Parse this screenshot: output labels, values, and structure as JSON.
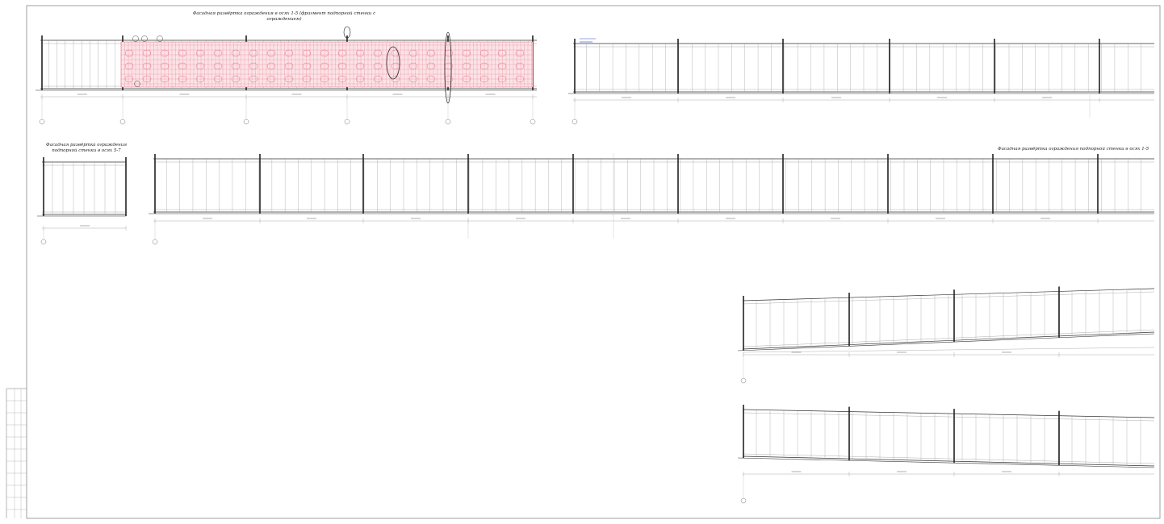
{
  "drawing": {
    "title_top": "Фасадная развёртка ограждения в осях 1-5 (фрагмент подпорной стенки с ограждением)",
    "title_left": "Фасадная развёртка ограждения подпорной стенки в осях 5-7",
    "title_right": "Фасадная развёртка ограждения подпорной стенки в осях 1-5"
  },
  "colors": {
    "line": "#333333",
    "thin": "#9a9a9a",
    "hatch": "#e06b7b",
    "hatch_fill": "#fbe3e7",
    "accent": "#3344cc"
  }
}
